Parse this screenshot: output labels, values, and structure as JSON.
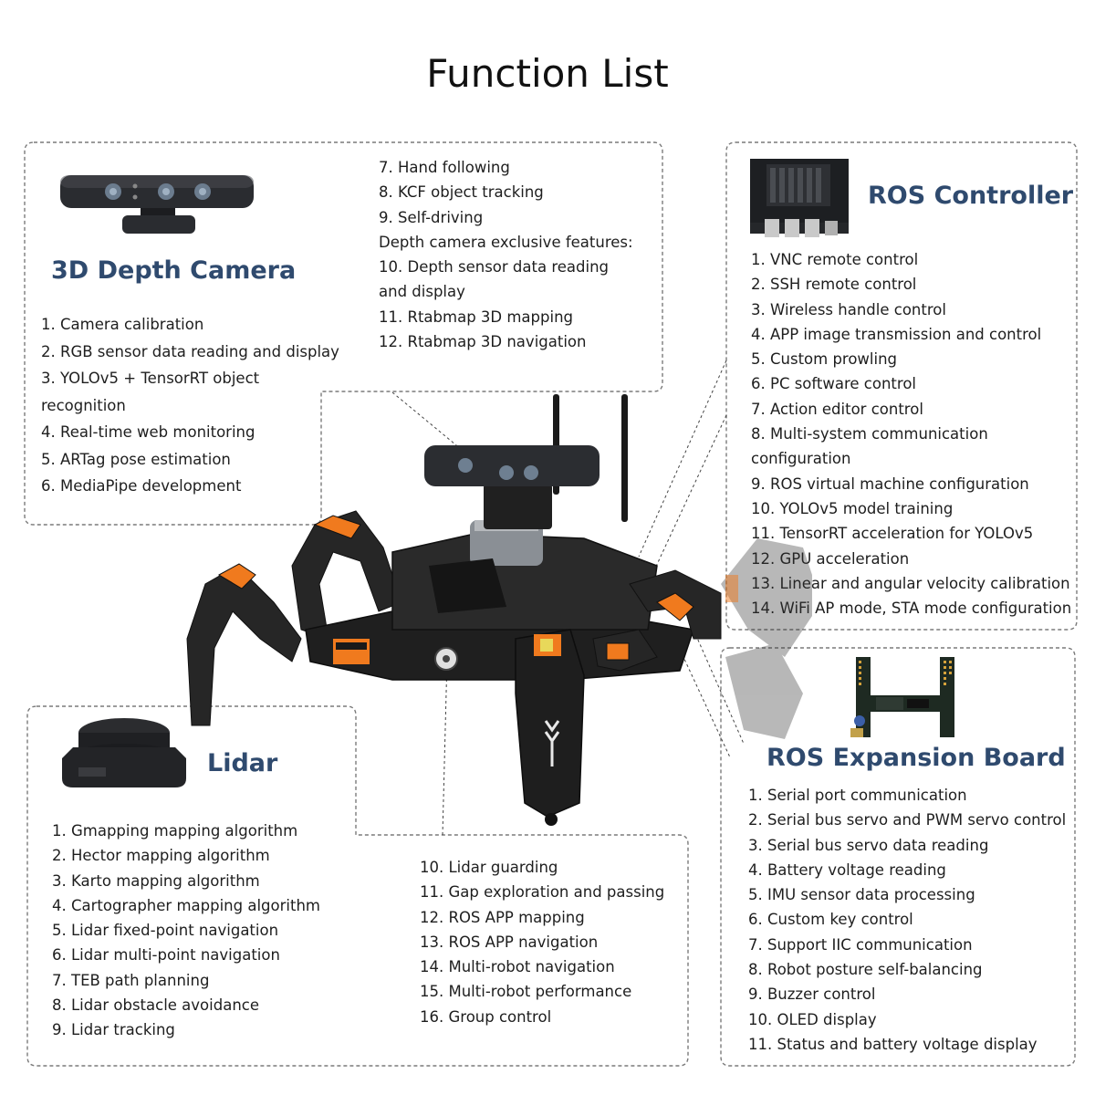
{
  "title": "Function List",
  "depth_camera": {
    "heading": "3D Depth Camera",
    "items_a": [
      "1. Camera calibration",
      "2. RGB sensor data reading and display",
      "3. YOLOv5 + TensorRT object",
      "recognition",
      "4. Real-time web monitoring",
      "5. ARTag pose estimation",
      "6. MediaPipe development"
    ],
    "items_b": [
      "7. Hand following",
      "8. KCF object tracking",
      "9. Self-driving",
      "Depth camera exclusive features:",
      "10. Depth sensor data reading",
      "and display",
      "11. Rtabmap 3D mapping",
      "12. Rtabmap 3D navigation"
    ]
  },
  "ros_controller": {
    "heading": "ROS Controller",
    "items": [
      "1. VNC remote control",
      "2. SSH remote control",
      "3. Wireless handle control",
      "4. APP image transmission and control",
      "5. Custom prowling",
      "6. PC software control",
      "7. Action editor control",
      "8. Multi-system communication",
      "configuration",
      "9. ROS virtual machine configuration",
      "10. YOLOv5 model training",
      "11. TensorRT acceleration for YOLOv5",
      "12. GPU acceleration",
      "13. Linear and angular velocity calibration",
      "14. WiFi AP mode, STA mode configuration"
    ]
  },
  "lidar": {
    "heading": "Lidar",
    "items_a": [
      "1. Gmapping mapping algorithm",
      "2. Hector mapping algorithm",
      "3. Karto mapping algorithm",
      "4. Cartographer mapping algorithm",
      "5. Lidar fixed-point navigation",
      "6. Lidar multi-point navigation",
      "7. TEB path planning",
      "8. Lidar obstacle avoidance",
      "9. Lidar tracking"
    ],
    "items_b": [
      "10. Lidar guarding",
      "11. Gap exploration and passing",
      "12. ROS APP mapping",
      "13. ROS APP navigation",
      "14. Multi-robot navigation",
      "15. Multi-robot performance",
      "16. Group control"
    ]
  },
  "expansion_board": {
    "heading": "ROS Expansion  Board",
    "items": [
      "1. Serial port communication",
      "2. Serial bus servo and PWM servo control",
      "3. Serial bus servo data reading",
      "4. Battery voltage reading",
      "5. IMU sensor data processing",
      "6. Custom key control",
      "7. Support IIC communication",
      "8. Robot posture self-balancing",
      "9. Buzzer control",
      "10. OLED display",
      "11. Status and battery voltage display"
    ]
  },
  "colors": {
    "heading": "#2f4a6e",
    "robot_body": "#1f1f1f",
    "accent_orange": "#f07a1e",
    "dashed_border": "#7a7a7a"
  }
}
